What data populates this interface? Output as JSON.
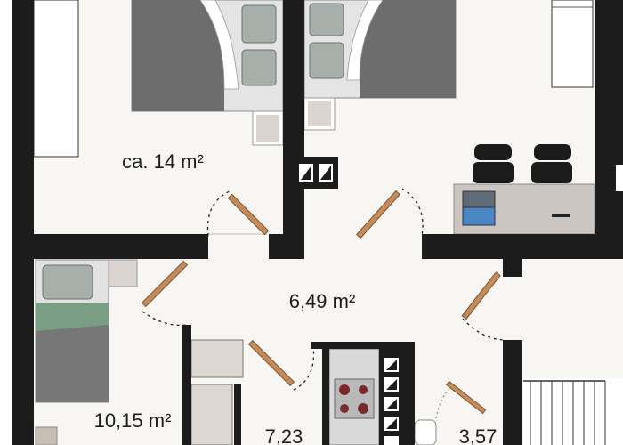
{
  "floorplan": {
    "rooms": [
      {
        "id": "bedroom",
        "area": "ca. 14 m²"
      },
      {
        "id": "hallway",
        "area": "6,49 m²"
      },
      {
        "id": "child-room",
        "area": "10,15 m²"
      },
      {
        "id": "kitchen",
        "area": "7,23"
      },
      {
        "id": "bathroom",
        "area": "3,57"
      }
    ],
    "colors": {
      "wall": "#1c1c1c",
      "floor": "#f7f5f1",
      "blanket": "#6f6f6f",
      "sheet": "#e2e2e2",
      "pillow": "#a9b0ab",
      "child_blanket": "#7a9e84",
      "desk": "#c9c4bf",
      "door": "#c58b58",
      "chair": "#1b1b1b",
      "laptop": "#4c84be"
    }
  }
}
